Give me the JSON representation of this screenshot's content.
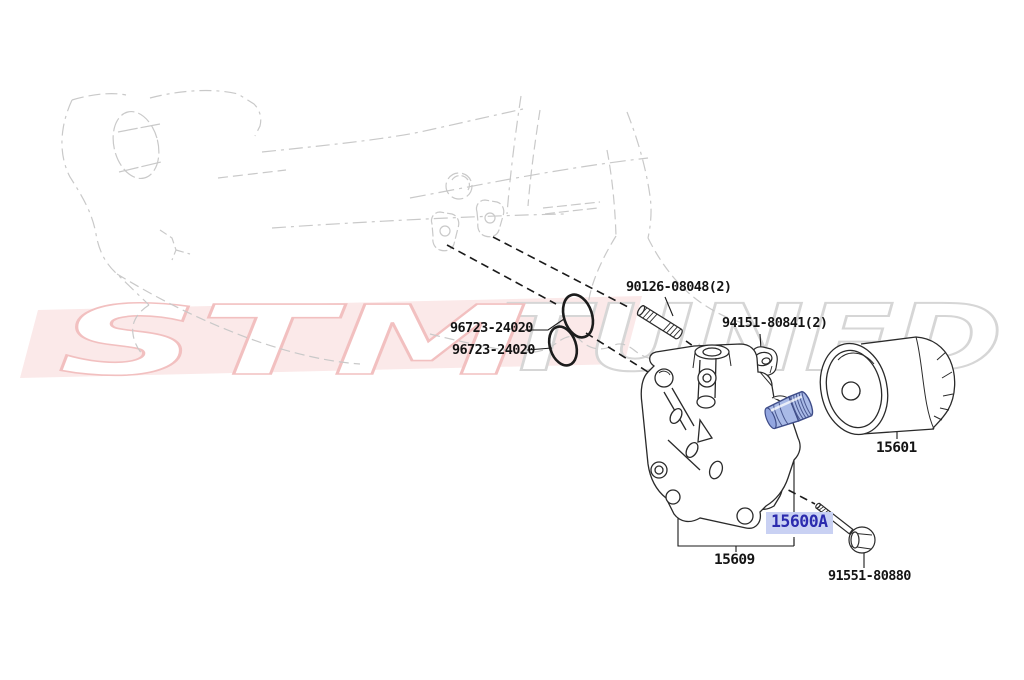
{
  "watermark": {
    "stm": "STM",
    "tuned": "TUNED"
  },
  "parts": {
    "stud": {
      "number": "90126-08048(2)"
    },
    "nut": {
      "number": "94151-80841(2)"
    },
    "oring1": {
      "number": "96723-24020"
    },
    "oring2": {
      "number": "96723-24020"
    },
    "filter": {
      "number": "15601"
    },
    "union": {
      "number": "15600A",
      "highlighted": true
    },
    "bracket": {
      "number": "15609"
    },
    "bolt": {
      "number": "91551-80880"
    }
  },
  "colors": {
    "label_text": "#141414",
    "highlight_bg": "#c9d1f3",
    "highlight_text": "#2b2bae",
    "highlight_part_fill": "#a9bae7",
    "highlight_part_stroke": "#3e4c88",
    "engine_outline": "#c9c9c9",
    "watermark_pink": "#fbe9e9",
    "watermark_stroke_pink": "#f2c0c0",
    "watermark_stroke_gray": "#d6d6d6",
    "line_color": "#2a2a2a"
  }
}
